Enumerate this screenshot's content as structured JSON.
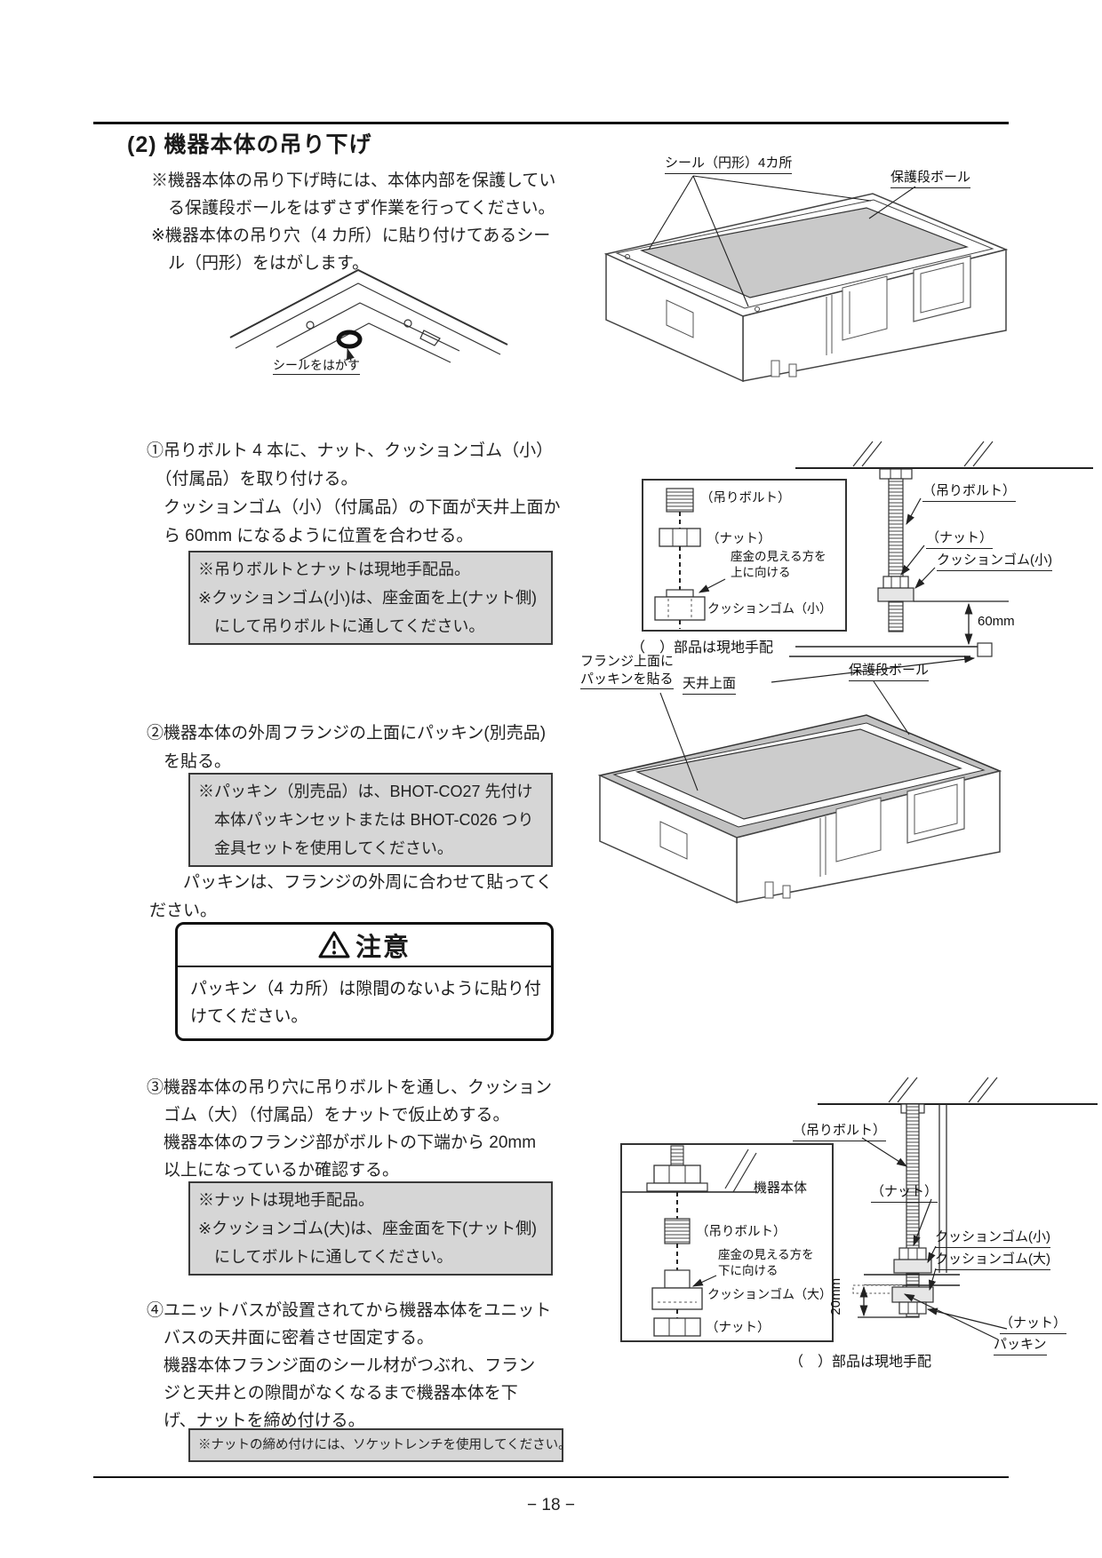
{
  "page": {
    "title": "(2) 機器本体の吊り下げ",
    "number": "− 18 −"
  },
  "intro": {
    "text": "※機器本体の吊り下げ時には、本体内部を保護してい\n　る保護段ボールをはずさず作業を行ってください。\n※機器本体の吊り穴（4 カ所）に貼り付けてあるシー\n　ル（円形）をはがします。"
  },
  "seal_diagram": {
    "label": "シールをはがす"
  },
  "unit_diagram_top": {
    "seal_label": "シール（円形）4カ所",
    "cardboard_label": "保護段ボール"
  },
  "step1": {
    "text": "①吊りボルト 4 本に、ナット、クッションゴム（小）\n　（付属品）を取り付ける。\n　クッションゴム（小）（付属品）の下面が天井上面か\n　ら 60mm になるように位置を合わせる。",
    "note": "※吊りボルトとナットは現地手配品。\n※クッションゴム(小)は、座金面を上(ナット側)\n　にして吊りボルトに通してください。"
  },
  "bolt_diagram_top": {
    "callout_bolt": "（吊りボルト）",
    "callout_nut": "（ナット）",
    "washer_note": "座金の見える方を\n上に向ける",
    "callout_cushion": "クッションゴム（小）",
    "bolt": "（吊りボルト）",
    "nut": "（ナット）",
    "cushion": "クッションゴム(小)",
    "dimension": "60mm",
    "ceiling": "天井上面",
    "parts_note": "（　）部品は現地手配"
  },
  "step2": {
    "text": "②機器本体の外周フランジの上面にパッキン(別売品)\n　を貼る。",
    "note": "※パッキン（別売品）は、BHOT-CO27 先付け\n　本体パッキンセットまたは BHOT-C026 つり\n　金具セットを使用してください。",
    "text2": "　　パッキンは、フランジの外周に合わせて貼ってく\nださい。"
  },
  "unit_diagram_mid": {
    "flange_label": "フランジ上面に\nパッキンを貼る",
    "cardboard_label": "保護段ボール"
  },
  "caution": {
    "title": "注意",
    "text": "パッキン（4 カ所）は隙間のないように貼り付\nけてください。"
  },
  "step3": {
    "text": "③機器本体の吊り穴に吊りボルトを通し、クッション\n　ゴム（大）（付属品）をナットで仮止めする。\n　機器本体のフランジ部がボルトの下端から 20mm\n　以上になっているか確認する。",
    "note": "※ナットは現地手配品。\n※クッションゴム(大)は、座金面を下(ナット側)\n　にしてボルトに通してください。"
  },
  "step4": {
    "text": "④ユニットバスが設置されてから機器本体をユニット\n　バスの天井面に密着させ固定する。\n　機器本体フランジ面のシール材がつぶれ、フラン\n　ジと天井との隙間がなくなるまで機器本体を下\n　げ、ナットを締め付ける。",
    "note": "※ナットの締め付けには、ソケットレンチを使用してください。"
  },
  "bolt_diagram_bottom": {
    "bolt": "（吊りボルト）",
    "nut_top": "（ナット）",
    "body": "機器本体",
    "callout_bolt": "（吊りボルト）",
    "washer_note": "座金の見える方を\n下に向ける",
    "callout_cushion": "クッションゴム（大）",
    "callout_nut": "（ナット）",
    "cushion_small": "クッションゴム(小)",
    "cushion_large": "クッションゴム(大)",
    "nut_bottom": "（ナット）",
    "packing": "パッキン",
    "dimension": "20mm",
    "parts_note": "（　）部品は現地手配"
  }
}
